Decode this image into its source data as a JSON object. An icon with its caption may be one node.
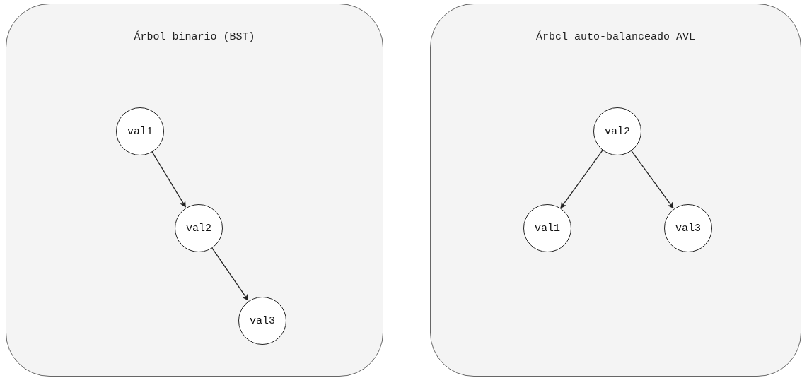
{
  "diagram": {
    "nodes": [
      {
        "text": [
          "Árbol binario (BST)"
        ]
      },
      {
        "text": [
          "val1"
        ],
        "in": 0
      },
      {
        "text": [
          "val2"
        ],
        "in": 0
      },
      {
        "text": [
          "val3"
        ],
        "in": 0
      },
      {
        "text": [
          "Árbcl auto-balanceado AVL"
        ]
      },
      {
        "text": [
          "val2"
        ],
        "in": 4
      },
      {
        "text": [
          "val1"
        ],
        "in": 4
      },
      {
        "text": [
          "val3"
        ],
        "in": 4
      }
    ],
    "edges": [
      {
        "from": 1,
        "to": 2,
        "arrow": "to"
      },
      {
        "from": 2,
        "to": 3,
        "arrow": "to"
      },
      {
        "from": 5,
        "to": 6,
        "arrow": "to"
      },
      {
        "from": 5,
        "to": 7,
        "arrow": "to"
      }
    ]
  }
}
